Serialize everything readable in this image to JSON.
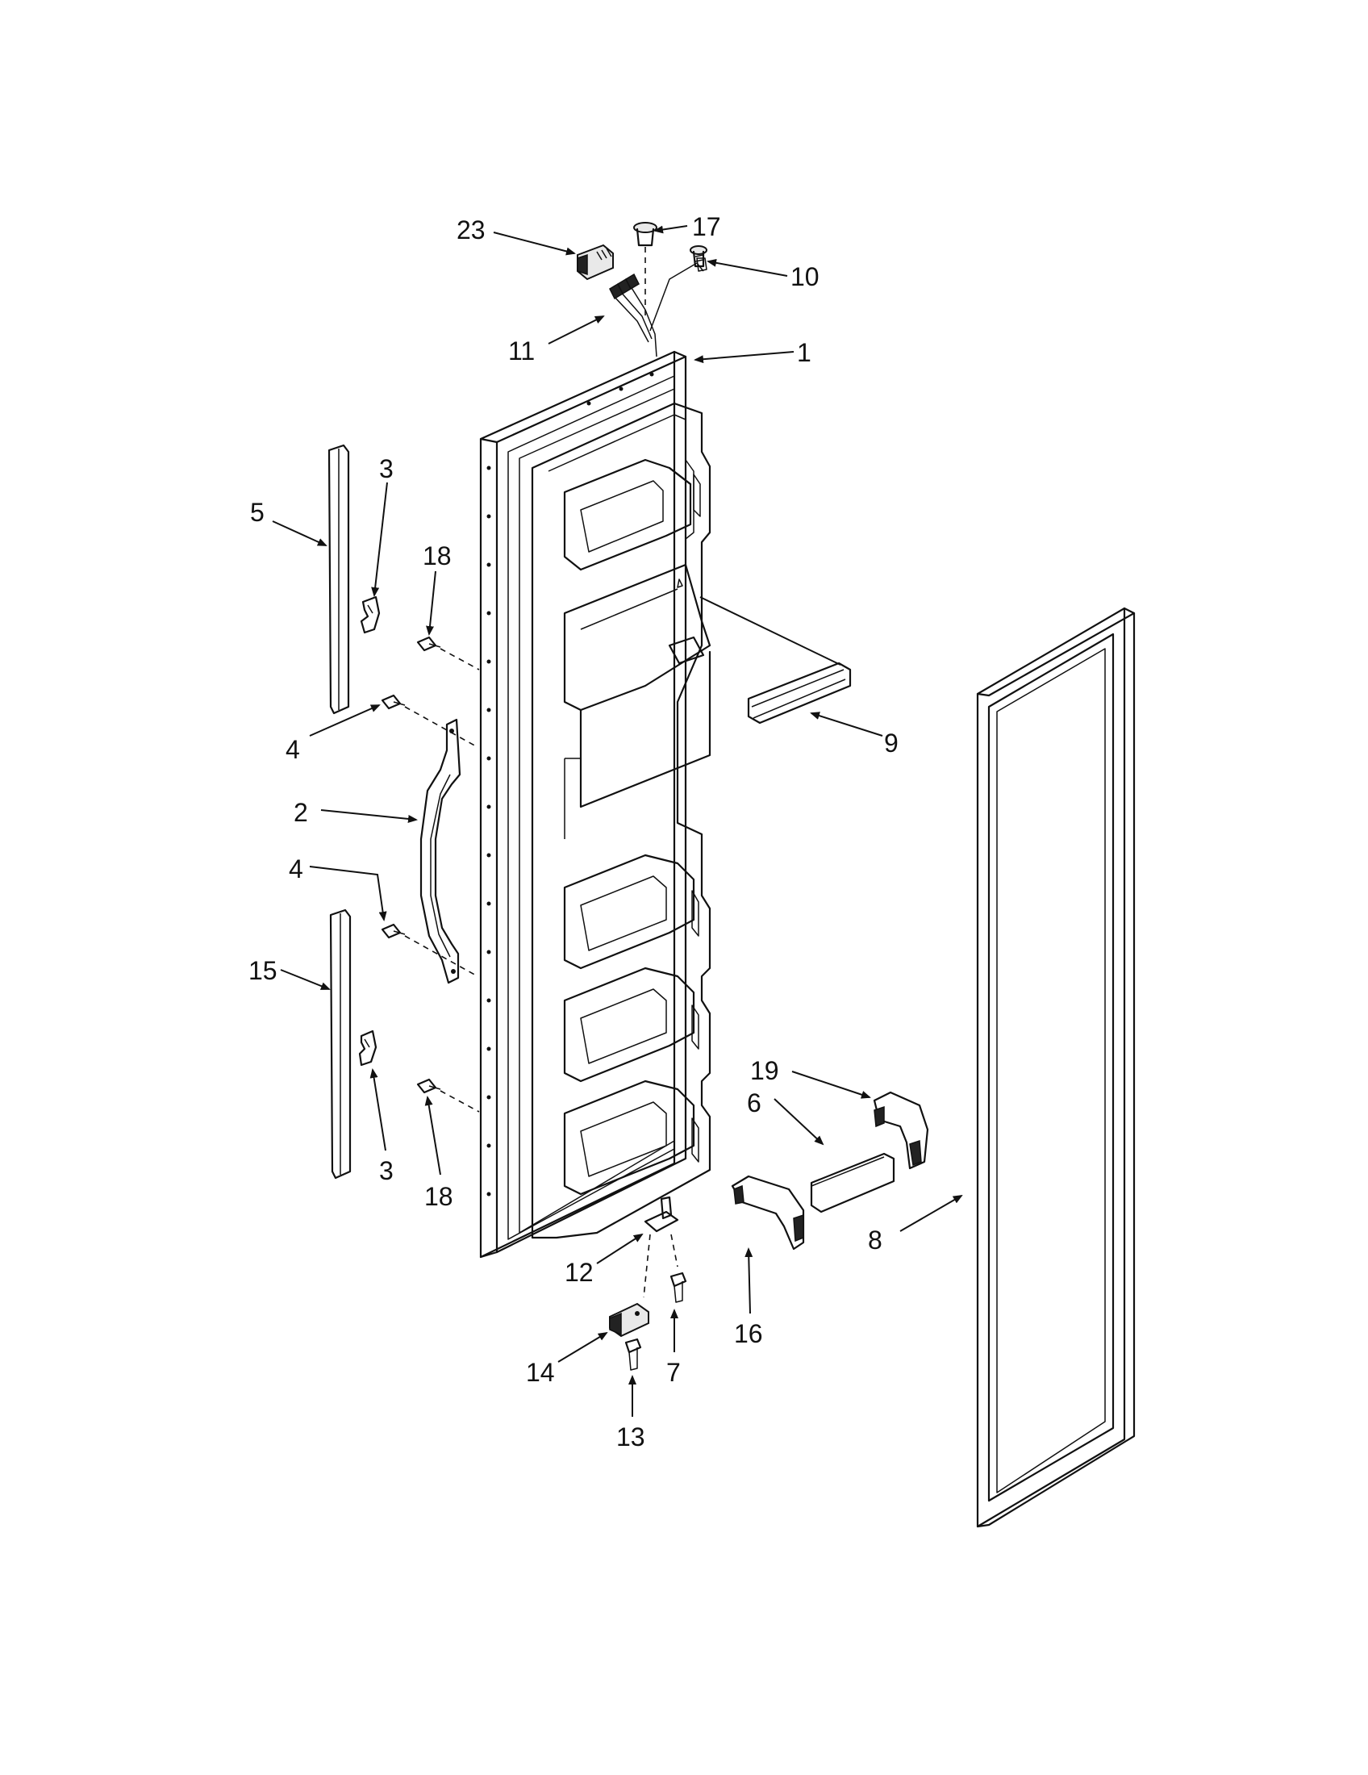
{
  "callouts": [
    {
      "id": "c23",
      "text": "23"
    },
    {
      "id": "c17",
      "text": "17"
    },
    {
      "id": "c10",
      "text": "10"
    },
    {
      "id": "c11",
      "text": "11"
    },
    {
      "id": "c1",
      "text": "1"
    },
    {
      "id": "c5",
      "text": "5"
    },
    {
      "id": "c3a",
      "text": "3"
    },
    {
      "id": "c18a",
      "text": "18"
    },
    {
      "id": "c4a",
      "text": "4"
    },
    {
      "id": "c9",
      "text": "9"
    },
    {
      "id": "c2",
      "text": "2"
    },
    {
      "id": "c4b",
      "text": "4"
    },
    {
      "id": "c15",
      "text": "15"
    },
    {
      "id": "c19",
      "text": "19"
    },
    {
      "id": "c6",
      "text": "6"
    },
    {
      "id": "c3b",
      "text": "3"
    },
    {
      "id": "c18b",
      "text": "18"
    },
    {
      "id": "c8",
      "text": "8"
    },
    {
      "id": "c12",
      "text": "12"
    },
    {
      "id": "c16",
      "text": "16"
    },
    {
      "id": "c14",
      "text": "14"
    },
    {
      "id": "c7",
      "text": "7"
    },
    {
      "id": "c13",
      "text": "13"
    }
  ]
}
